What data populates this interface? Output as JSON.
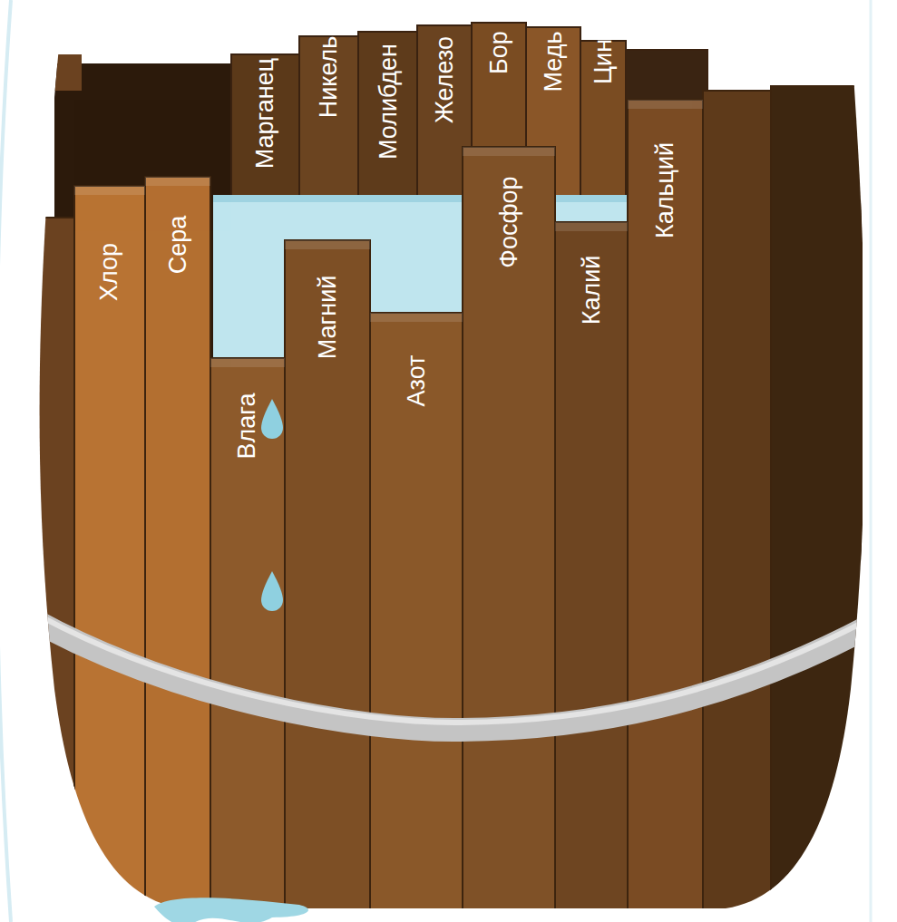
{
  "diagram": {
    "labels": [
      "Хлор",
      "Сера",
      "Марганец",
      "Никель",
      "Молибден",
      "Железо",
      "Бор",
      "Медь",
      "Цинк",
      "Влага",
      "Магний",
      "Азот",
      "Фосфор",
      "Калий",
      "Кальций"
    ]
  }
}
